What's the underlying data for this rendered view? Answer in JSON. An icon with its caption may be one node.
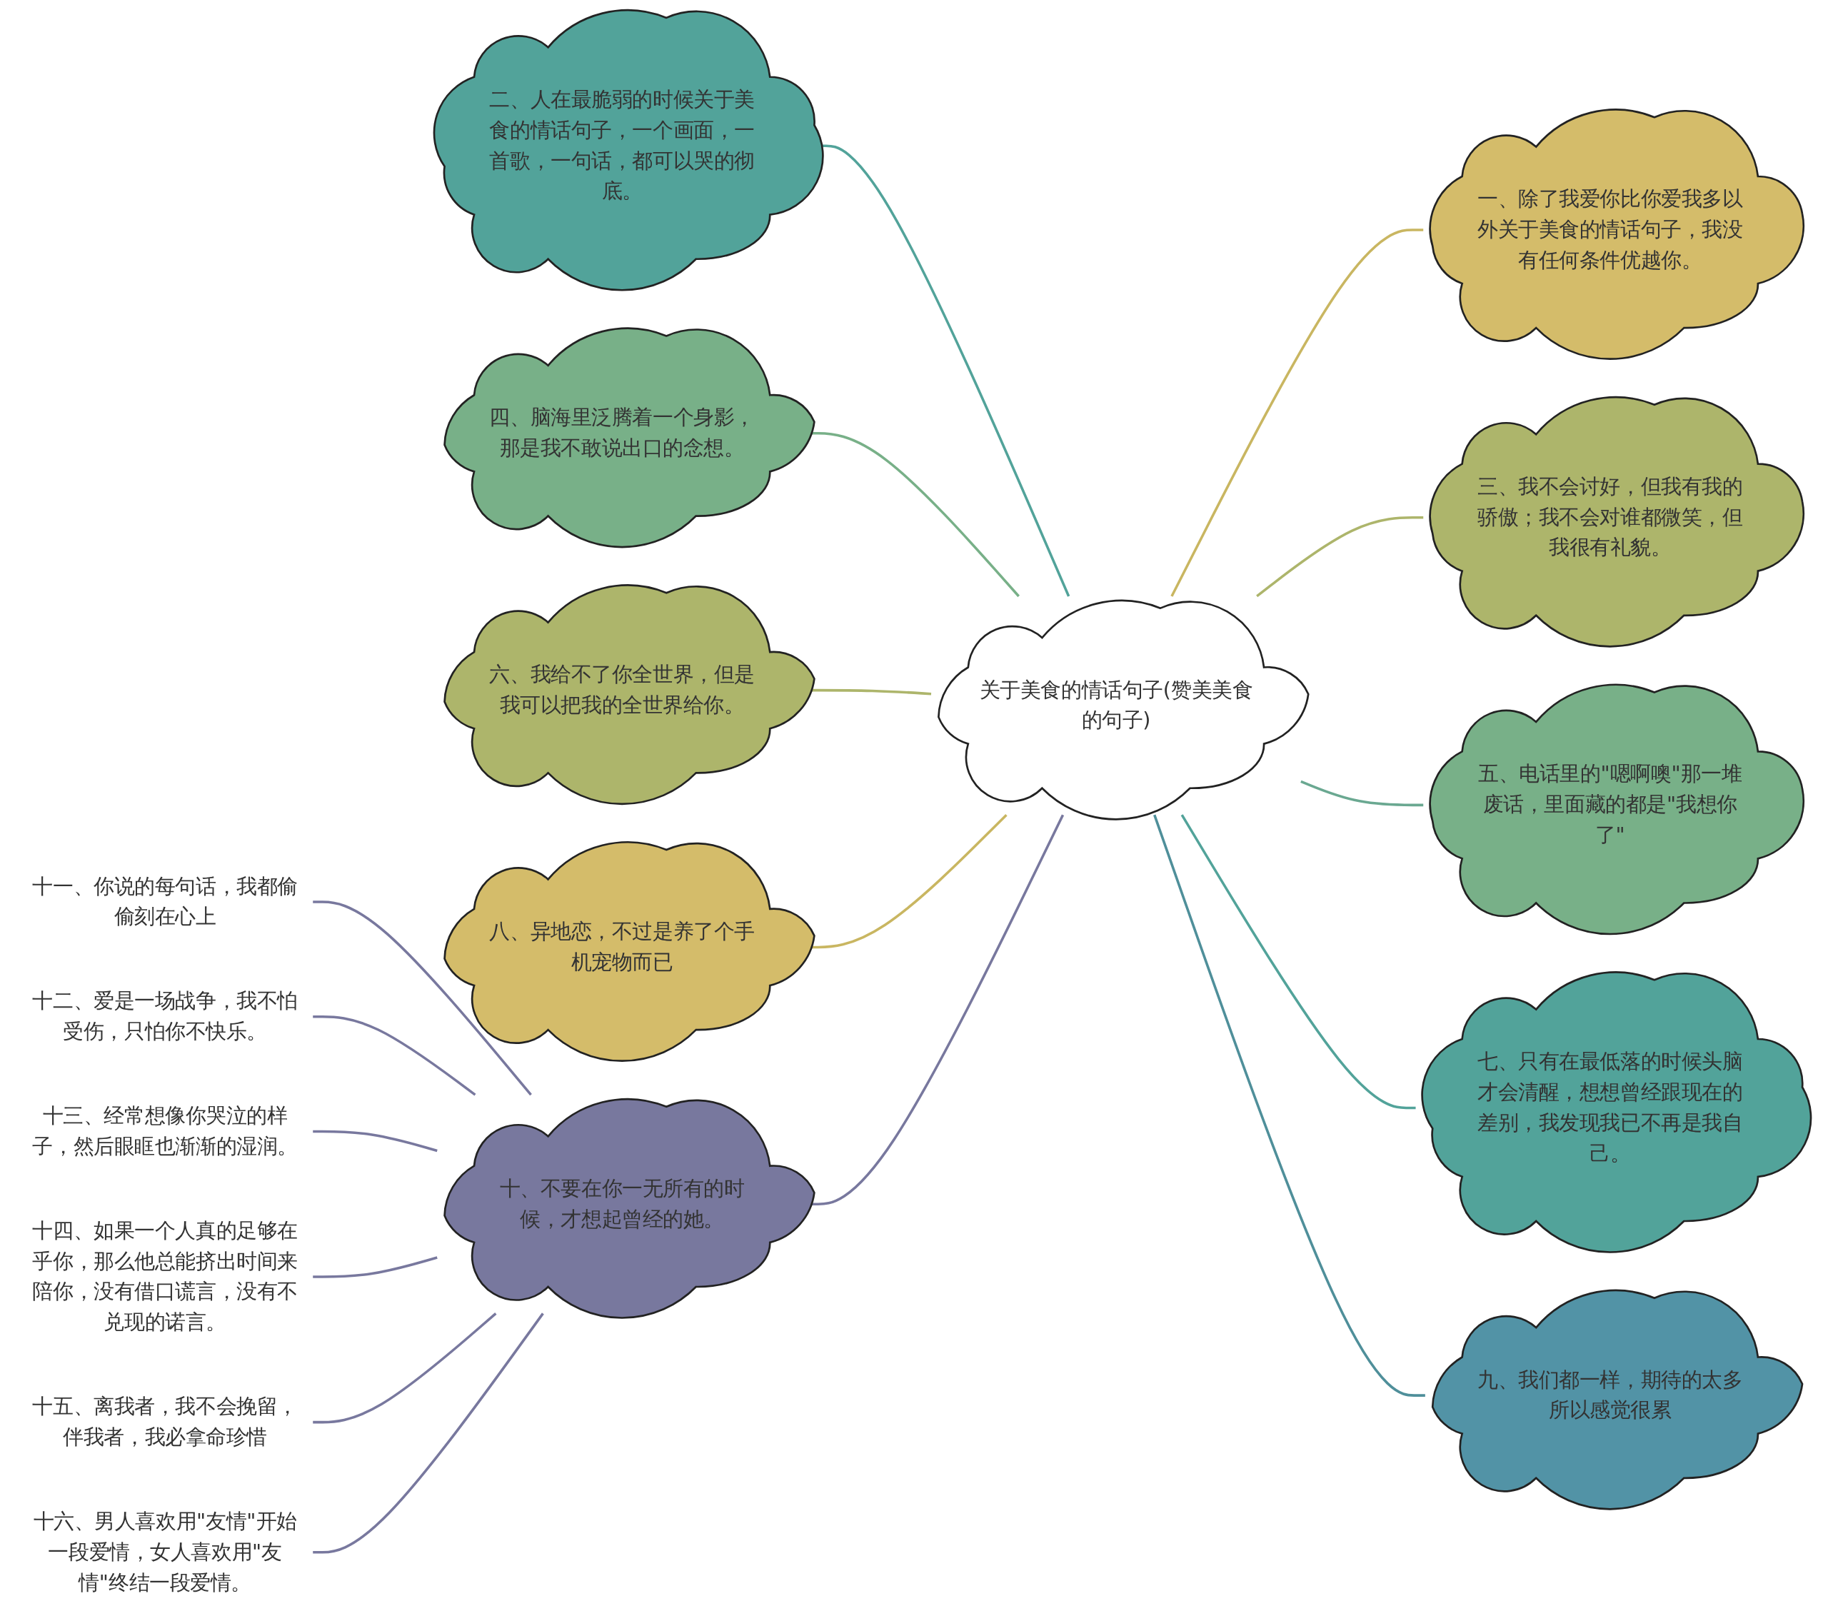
{
  "diagram": {
    "nodes": [
      {
        "text": [
          "关于美食的情话句子(赞美美食的句子)"
        ]
      },
      {
        "text": [
          "一、除了我爱你比你爱我多以外关于美食的情话句子，我没有任何条件优越你。"
        ]
      },
      {
        "text": [
          "二、人在最脆弱的时候关于美食的情话句子，一个画面，一首歌，一句话，都可以哭的彻底。"
        ]
      },
      {
        "text": [
          "三、我不会讨好，但我有我的骄傲；我不会对谁都微笑，但我很有礼貌。"
        ]
      },
      {
        "text": [
          "四、脑海里泛腾着一个身影，那是我不敢说出口的念想。"
        ]
      },
      {
        "text": [
          "五、电话里的\"嗯啊噢\"那一堆废话，里面藏的都是\"我想你了\""
        ]
      },
      {
        "text": [
          "六、我给不了你全世界，但是我可以把我的全世界给你。"
        ]
      },
      {
        "text": [
          "七、只有在最低落的时候头脑才会清醒，想想曾经跟现在的差别，我发现我已不再是我自己。"
        ]
      },
      {
        "text": [
          "八、异地恋，不过是养了个手机宠物而已"
        ]
      },
      {
        "text": [
          "九、我们都一样，期待的太多所以感觉很累"
        ]
      },
      {
        "text": [
          "十、不要在你一无所有的时候，才想起曾经的她。"
        ]
      },
      {
        "text": [
          "十一、你说的每句话，我都偷偷刻在心上"
        ]
      },
      {
        "text": [
          "十二、爱是一场战争，我不怕受伤，只怕你不快乐。"
        ]
      },
      {
        "text": [
          "十三、经常想像你哭泣的样子，然后眼眶也渐渐的湿润。"
        ]
      },
      {
        "text": [
          "十四、如果一个人真的足够在乎你，那么他总能挤出时间来陪你，没有借口谎言，没有不兑现的诺言。"
        ]
      },
      {
        "text": [
          "十五、离我者，我不会挽留，伴我者，我必拿命珍惜"
        ]
      },
      {
        "text": [
          "十六、男人喜欢用\"友情\"开始一段爱情，女人喜欢用\"友情\"终结一段爱情。"
        ]
      }
    ],
    "edges": [
      {
        "from": 0,
        "to": 1,
        "arrow": "none",
        "color": "#c9b661"
      },
      {
        "from": 0,
        "to": 2,
        "arrow": "none",
        "color": "#52a39a"
      },
      {
        "from": 0,
        "to": 3,
        "arrow": "none",
        "color": "#adb56b"
      },
      {
        "from": 0,
        "to": 4,
        "arrow": "none",
        "color": "#78b088"
      },
      {
        "from": 0,
        "to": 5,
        "arrow": "none",
        "color": "#6aa891"
      },
      {
        "from": 0,
        "to": 6,
        "arrow": "none",
        "color": "#adb56b"
      },
      {
        "from": 0,
        "to": 7,
        "arrow": "none",
        "color": "#52a39a"
      },
      {
        "from": 0,
        "to": 8,
        "arrow": "none",
        "color": "#c9b661"
      },
      {
        "from": 0,
        "to": 9,
        "arrow": "none",
        "color": "#4f8f9a"
      },
      {
        "from": 0,
        "to": 10,
        "arrow": "none",
        "color": "#78789e"
      },
      {
        "from": 10,
        "to": 11,
        "arrow": "none",
        "color": "#78789e"
      },
      {
        "from": 10,
        "to": 12,
        "arrow": "none",
        "color": "#78789e"
      },
      {
        "from": 10,
        "to": 13,
        "arrow": "none",
        "color": "#78789e"
      },
      {
        "from": 10,
        "to": 14,
        "arrow": "none",
        "color": "#78789e"
      },
      {
        "from": 10,
        "to": 15,
        "arrow": "none",
        "color": "#78789e"
      },
      {
        "from": 10,
        "to": 16,
        "arrow": "none",
        "color": "#78789e"
      }
    ]
  }
}
